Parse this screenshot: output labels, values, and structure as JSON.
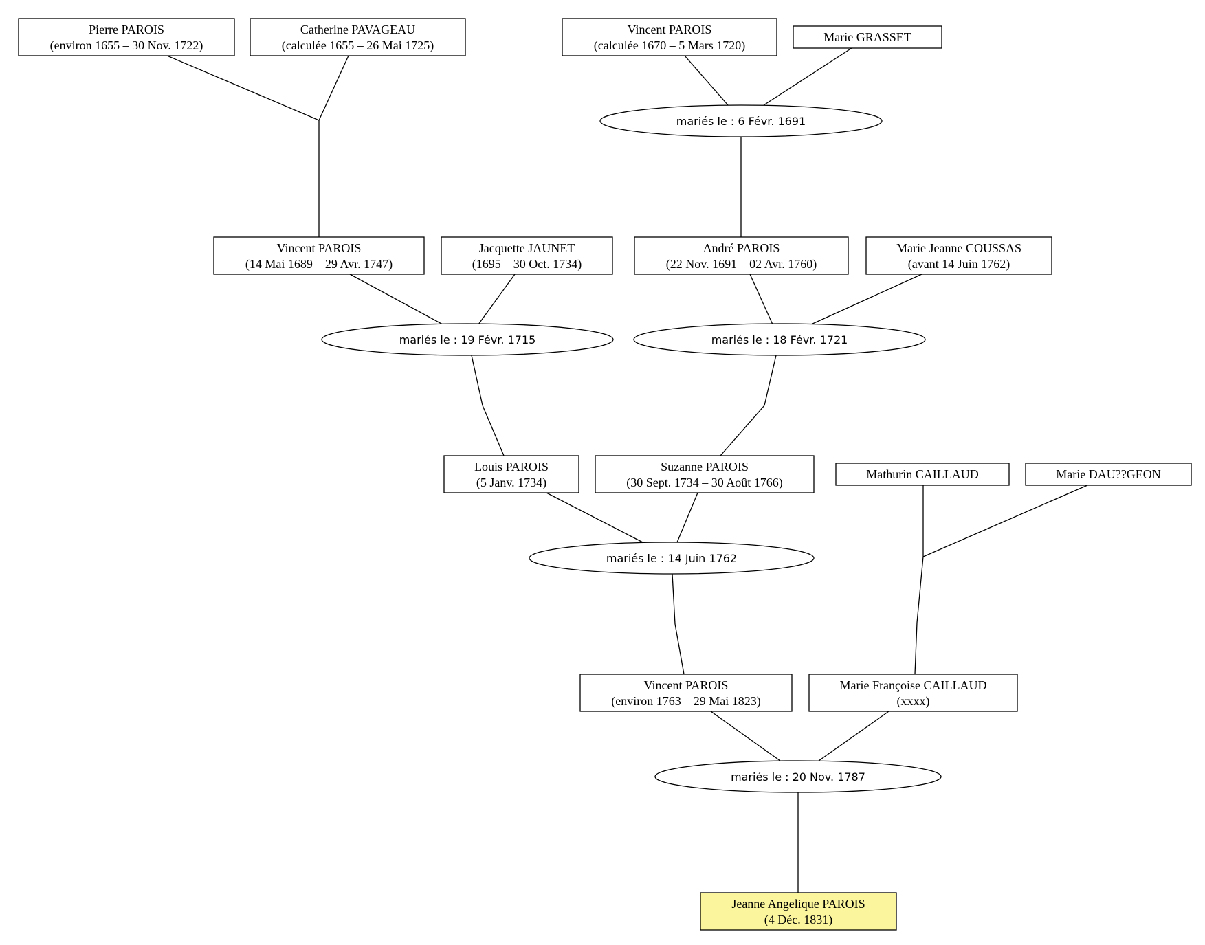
{
  "people": [
    {
      "id": "pierre",
      "name": "Pierre PAROIS",
      "dates": "(environ 1655 – 30 Nov. 1722)"
    },
    {
      "id": "catherine",
      "name": "Catherine PAVAGEAU",
      "dates": "(calculée 1655 – 26 Mai 1725)"
    },
    {
      "id": "vincent1",
      "name": "Vincent PAROIS",
      "dates": "(calculée 1670 – 5 Mars 1720)"
    },
    {
      "id": "marie_grasset",
      "name": "Marie GRASSET",
      "dates": ""
    },
    {
      "id": "vincent2",
      "name": "Vincent PAROIS",
      "dates": "(14 Mai 1689 – 29 Avr. 1747)"
    },
    {
      "id": "jacquette",
      "name": "Jacquette JAUNET",
      "dates": "(1695 – 30 Oct. 1734)"
    },
    {
      "id": "andre",
      "name": "André PAROIS",
      "dates": "(22 Nov. 1691 – 02 Avr. 1760)"
    },
    {
      "id": "marie_jeanne",
      "name": "Marie Jeanne COUSSAS",
      "dates": "(avant 14 Juin 1762)"
    },
    {
      "id": "louis",
      "name": "Louis PAROIS",
      "dates": "(5 Janv. 1734)"
    },
    {
      "id": "suzanne",
      "name": "Suzanne PAROIS",
      "dates": "(30 Sept. 1734 – 30 Août 1766)"
    },
    {
      "id": "mathurin",
      "name": "Mathurin CAILLAUD",
      "dates": ""
    },
    {
      "id": "marie_dau",
      "name": "Marie DAU??GEON",
      "dates": ""
    },
    {
      "id": "vincent3",
      "name": "Vincent PAROIS",
      "dates": "(environ 1763 – 29 Mai 1823)"
    },
    {
      "id": "marie_francoise",
      "name": "Marie Françoise CAILLAUD",
      "dates": "(xxxx)"
    },
    {
      "id": "jeanne",
      "name": "Jeanne Angelique PAROIS",
      "dates": "(4 Déc. 1831)",
      "root": true
    }
  ],
  "unions": [
    {
      "id": "u_vincent1",
      "label": "mariés le : 6 Févr. 1691"
    },
    {
      "id": "u_vincent2",
      "label": "mariés le : 19 Févr. 1715"
    },
    {
      "id": "u_andre",
      "label": "mariés le : 18 Févr. 1721"
    },
    {
      "id": "u_louis",
      "label": "mariés le : 14 Juin 1762"
    },
    {
      "id": "u_vincent3",
      "label": "mariés le : 20 Nov. 1787"
    }
  ],
  "colors": {
    "root_fill": "#fbf69d",
    "box_fill": "#ffffff",
    "stroke": "#000000"
  }
}
